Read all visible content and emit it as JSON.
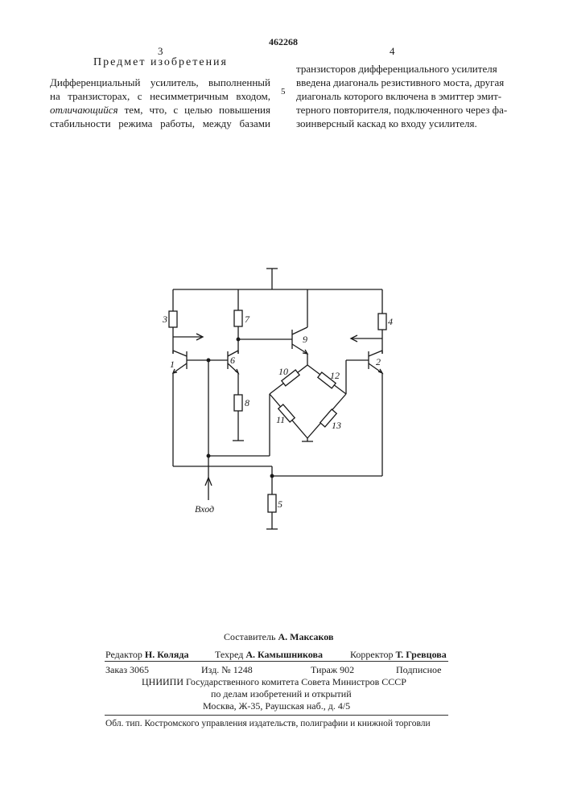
{
  "header": {
    "patent_number": "462268",
    "left_column_number": "3",
    "right_column_number": "4",
    "line_marker": "5"
  },
  "claims": {
    "heading": "Предмет изобретения",
    "left_lines": [
      "Дифференциальный усилитель, выполненный",
      "на транзисторах, с несимметричным входом,",
      "тем, что, с целью повышения",
      "стабильности режима работы, между базами"
    ],
    "left_emphasis": "отличающийся",
    "right_lines": [
      "транзисторов дифференциального усилителя",
      "введена диагональ резистивного моста, другая",
      "диагональ которого включена в эмиттер эмит-",
      "терного повторителя, подключенного через фа-",
      "зоинверсный каскад ко входу усилителя."
    ]
  },
  "schematic": {
    "component_labels": [
      "1",
      "2",
      "3",
      "4",
      "5",
      "6",
      "7",
      "8",
      "9",
      "10",
      "11",
      "12",
      "13"
    ],
    "input_label": "Вход"
  },
  "imprint": {
    "compiler_label": "Составитель",
    "compiler_name": "А. Максаков",
    "editor_label": "Редактор",
    "editor_name": "Н. Коляда",
    "techred_label": "Техред",
    "techred_name": "А. Камышникова",
    "corrector_label": "Корректор",
    "corrector_name": "Т. Гревцова",
    "order": "Заказ 3065",
    "edition": "Изд. № 1248",
    "circulation": "Тираж 902",
    "subscription": "Подписное",
    "org_line1": "ЦНИИПИ Государственного комитета Совета Министров СССР",
    "org_line2": "по делам изобретений и открытий",
    "address": "Москва, Ж-35, Раушская наб., д. 4/5",
    "printer": "Обл. тип. Костромского управления издательств, полиграфии и книжной торговли"
  }
}
